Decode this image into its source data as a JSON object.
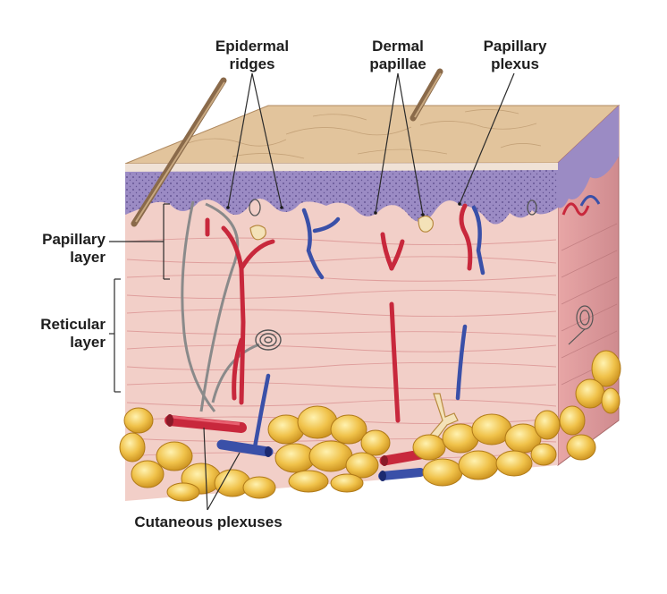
{
  "labels": {
    "epidermal_ridges": [
      "Epidermal",
      "ridges"
    ],
    "dermal_papillae": [
      "Dermal",
      "papillae"
    ],
    "papillary_plexus": [
      "Papillary",
      "plexus"
    ],
    "papillary_layer": [
      "Papillary",
      "layer"
    ],
    "reticular_layer": [
      "Reticular",
      "layer"
    ],
    "cutaneous_plexuses": "Cutaneous plexuses"
  },
  "colors": {
    "surface": "#e2c49c",
    "epidermis": "#9b8bc4",
    "dermis": "#f2cfc8",
    "fiber": "#d98e8e",
    "artery": "#c8283c",
    "vein": "#3a50a8",
    "fat": "#f0c24a",
    "nerve": "#8a8a8a"
  }
}
